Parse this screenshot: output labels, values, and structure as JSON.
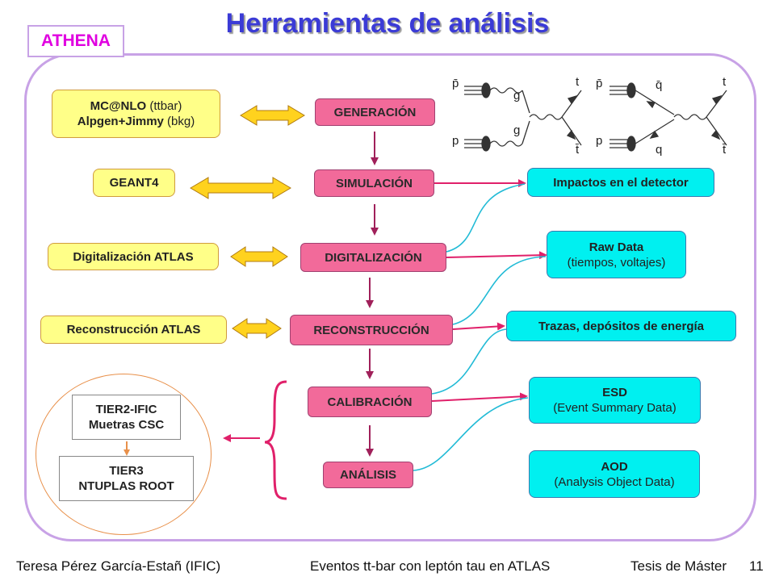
{
  "title": "Herramientas de análisis",
  "athena_label": "ATHENA",
  "tools": {
    "mcnlo_name": "MC@NLO",
    "mcnlo_note": " (ttbar)",
    "alpgen_name": "Alpgen+Jimmy",
    "alpgen_note": " (bkg)",
    "geant4": "GEANT4",
    "digitizacion": "Digitalización ATLAS",
    "reconstruccion": "Reconstrucción ATLAS",
    "tier2_line1": "TIER2-IFIC",
    "tier2_line2": "Muetras CSC",
    "tier3_line1": "TIER3",
    "tier3_line2": "NTUPLAS ROOT"
  },
  "steps": [
    "GENERACIÓN",
    "SIMULACIÓN",
    "DIGITALIZACIÓN",
    "RECONSTRUCCIÓN",
    "CALIBRACIÓN",
    "ANÁLISIS"
  ],
  "outputs": {
    "impactos": "Impactos en el detector",
    "raw_line1": "Raw Data",
    "raw_line2": "(tiempos, voltajes)",
    "trazas": "Trazas, depósitos de energía",
    "esd_line1": "ESD",
    "esd_line2": "(Event Summary Data)",
    "aod_line1": "AOD",
    "aod_line2": "(Analysis Object Data)"
  },
  "feynman": {
    "left": {
      "pbar": "p̄",
      "p": "p",
      "g_top": "g",
      "g_bottom": "g",
      "t": "t",
      "tbar": "t̄"
    },
    "right": {
      "pbar": "p̄",
      "p": "p",
      "qbar": "q̄",
      "q": "q",
      "t": "t",
      "tbar": "t̄"
    }
  },
  "footer": {
    "author": "Teresa Pérez García-Estañ (IFIC)",
    "topic": "Eventos tt-bar con leptón tau en ATLAS",
    "thesis": "Tesis de Máster",
    "page": "11"
  },
  "colors": {
    "title": "#3b3bd6",
    "athena": "#e000e0",
    "frame": "#c8a2e6",
    "yellow_box": "#ffff88",
    "pink_box": "#f26a9a",
    "cyan_box": "#00f0f0",
    "arrow_pink": "#e0206a",
    "curve_cyan": "#22bbd6",
    "step_arrow": "#a0205a"
  }
}
